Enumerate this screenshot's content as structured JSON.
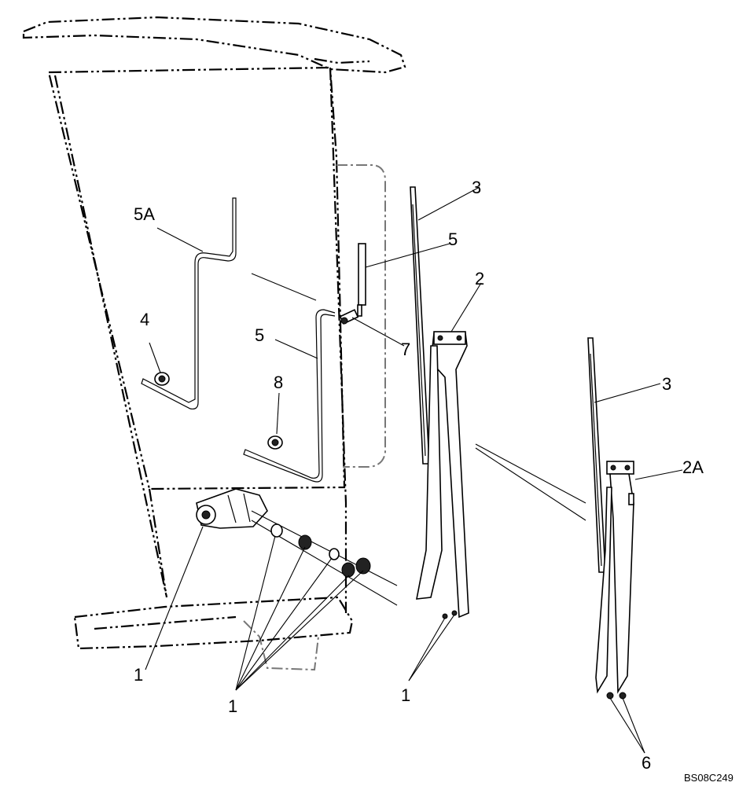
{
  "labels": {
    "c1a": "1",
    "c1b": "1",
    "c1c": "1",
    "c2": "2",
    "c2a": "2A",
    "c3a": "3",
    "c3b": "3",
    "c4": "4",
    "c5a": "5A",
    "c5b": "5",
    "c5c": "5",
    "c6": "6",
    "c7": "7",
    "c8": "8"
  },
  "drawing_code": "BS08C249"
}
